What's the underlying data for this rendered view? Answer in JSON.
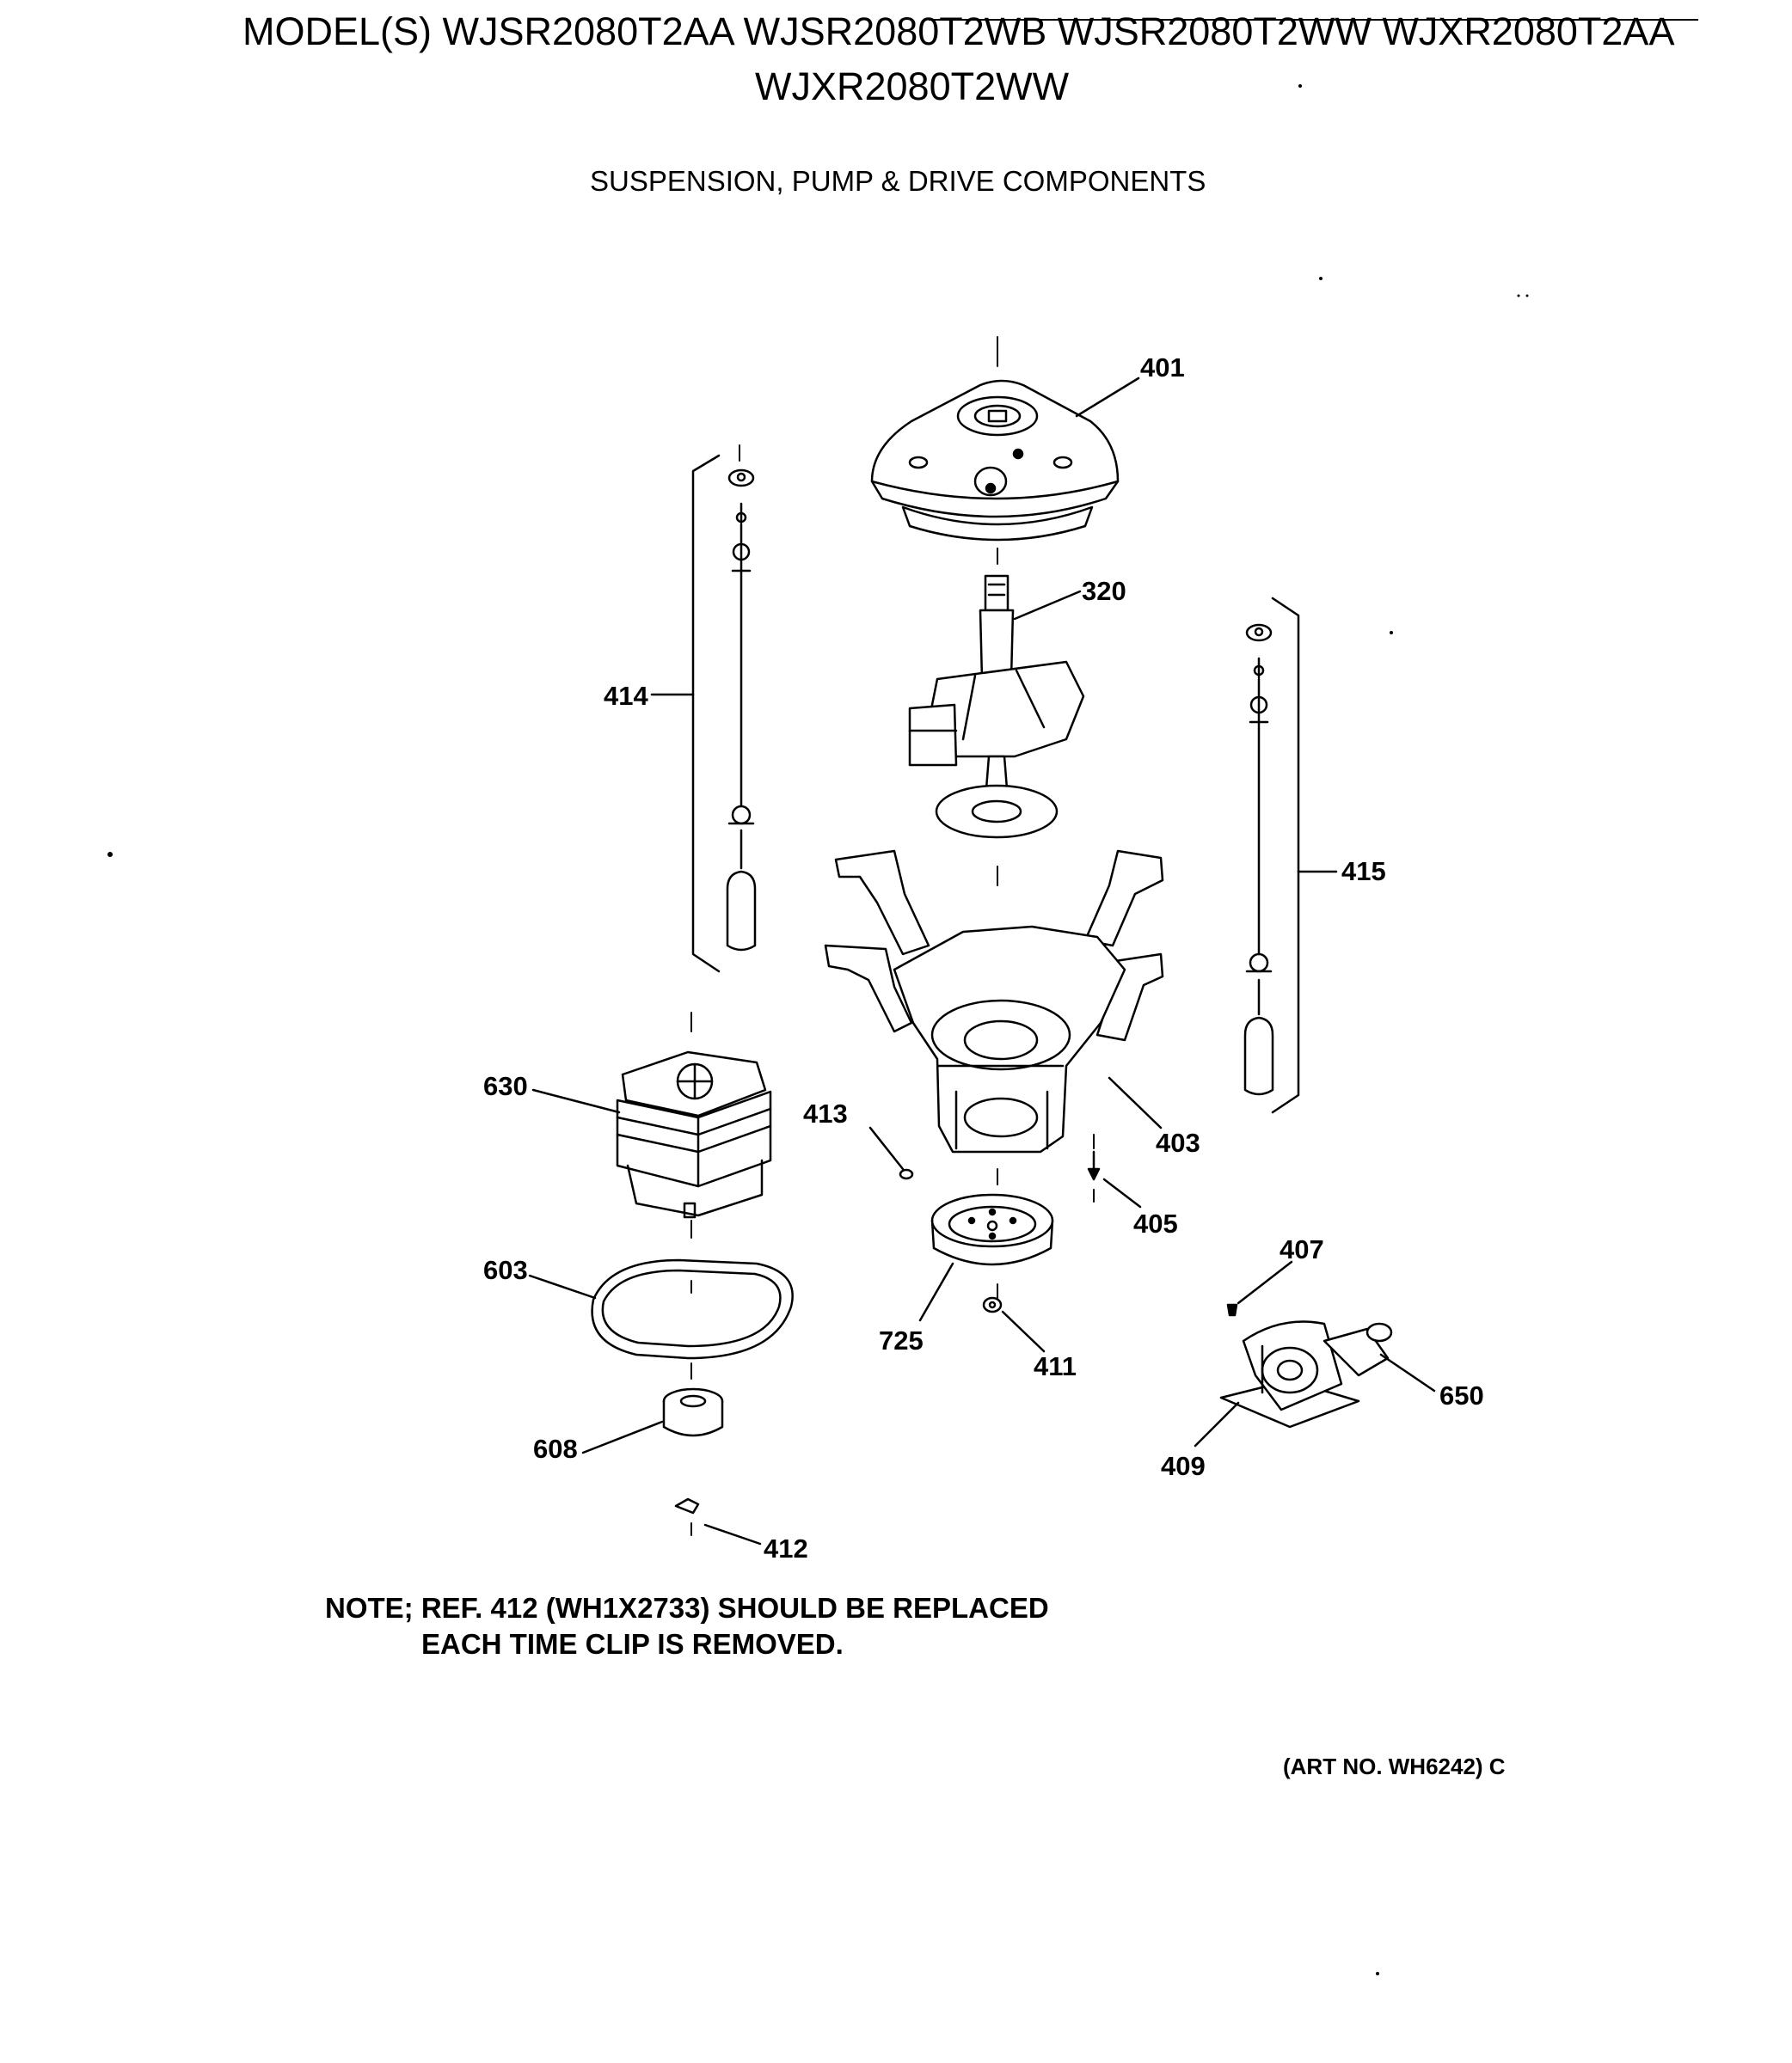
{
  "header": {
    "models_line1": "MODEL(S) WJSR2080T2AA  WJSR2080T2WB  WJSR2080T2WW  WJXR2080T2AA",
    "models_line2": "WJXR2080T2WW",
    "section_title": "SUSPENSION, PUMP & DRIVE COMPONENTS"
  },
  "parts": [
    {
      "ref": "401",
      "part": "tub-cover"
    },
    {
      "ref": "320",
      "part": "transmission"
    },
    {
      "ref": "414",
      "part": "suspension-rod-left"
    },
    {
      "ref": "415",
      "part": "suspension-rod-right"
    },
    {
      "ref": "403",
      "part": "mounting-platform"
    },
    {
      "ref": "630",
      "part": "motor"
    },
    {
      "ref": "413",
      "part": "nut"
    },
    {
      "ref": "405",
      "part": "bolt"
    },
    {
      "ref": "407",
      "part": "screw"
    },
    {
      "ref": "603",
      "part": "drive-belt"
    },
    {
      "ref": "725",
      "part": "pulley"
    },
    {
      "ref": "411",
      "part": "nut"
    },
    {
      "ref": "650",
      "part": "pump"
    },
    {
      "ref": "608",
      "part": "motor-pulley"
    },
    {
      "ref": "409",
      "part": "pump-bracket"
    },
    {
      "ref": "412",
      "part": "clip"
    }
  ],
  "note": {
    "line1": "NOTE; REF. 412 (WH1X2733) SHOULD BE REPLACED",
    "line2": "EACH TIME CLIP IS REMOVED."
  },
  "art_number": "(ART NO. WH6242) C"
}
